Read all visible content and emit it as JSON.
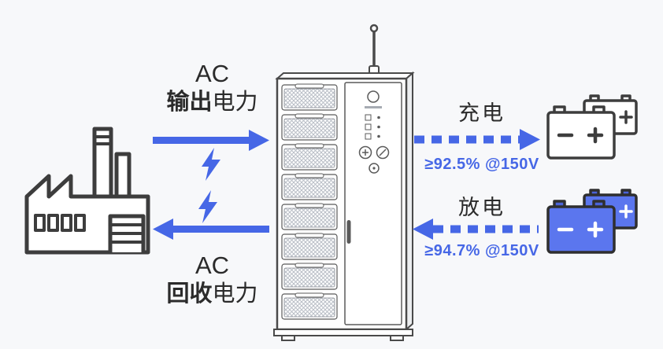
{
  "colors": {
    "background": "#f7f8fa",
    "accent_blue": "#4667e6",
    "line_dark": "#3d3d3d",
    "battery_blue": "#5b76ee",
    "battery_blue_dark": "#4a63d8"
  },
  "grid_side": {
    "output": {
      "line1": "AC",
      "bold": "输出",
      "rest": "电力"
    },
    "recycle": {
      "line1": "AC",
      "bold": "回收",
      "rest": "电力"
    }
  },
  "battery_side": {
    "charge": {
      "label": "充电",
      "spec": "≥92.5% @150V"
    },
    "discharge": {
      "label": "放电",
      "spec": "≥94.7% @150V"
    }
  },
  "icons": {
    "factory": "factory-building",
    "cabinet": "bidirectional-power-cabinet",
    "battery_white": "battery-pack-idle",
    "battery_blue": "battery-pack-active",
    "lightning": "lightning-bolt"
  }
}
